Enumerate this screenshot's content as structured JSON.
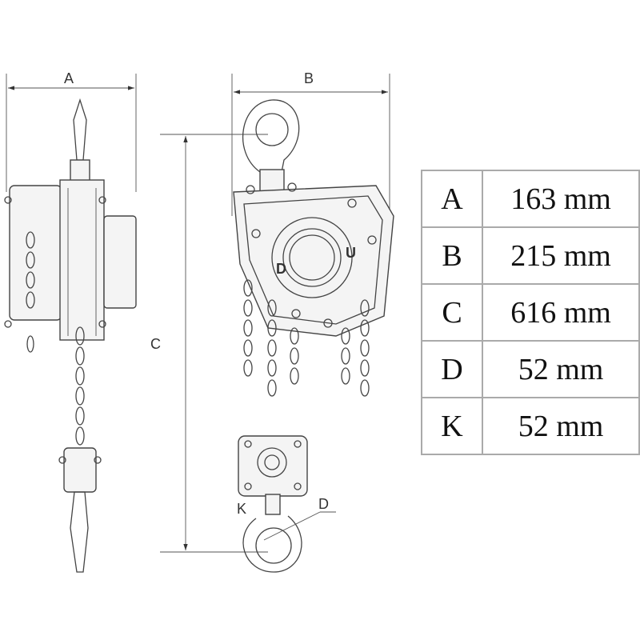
{
  "drawing": {
    "labels": {
      "a": "A",
      "b": "B",
      "c": "C",
      "d_face": "D",
      "u_face": "U",
      "k": "K",
      "d_hook": "D"
    }
  },
  "table": {
    "rows": [
      {
        "key": "A",
        "value": "163 mm"
      },
      {
        "key": "B",
        "value": "215 mm"
      },
      {
        "key": "C",
        "value": "616 mm"
      },
      {
        "key": "D",
        "value": "52 mm"
      },
      {
        "key": "K",
        "value": "52 mm"
      }
    ]
  }
}
